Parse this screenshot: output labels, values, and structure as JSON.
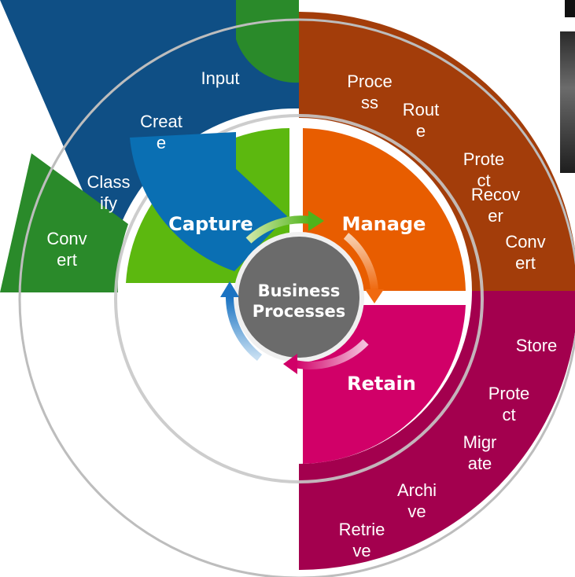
{
  "colors": {
    "capture_outer": "#0f4f85",
    "capture_green": "#2a8a2a",
    "manage_outer": "#a33d0a",
    "retain_outer": "#a3004e",
    "capture_inner": "#0a6fb3",
    "capture_inner_green": "#5cb80f",
    "manage_inner": "#e85d00",
    "retain_inner": "#d10068",
    "center": "#666666",
    "ring": "#bbbbbb"
  },
  "center": {
    "label": "Business\nProcesses"
  },
  "phases": {
    "capture": "Capture",
    "manage": "Manage",
    "retain": "Retain"
  },
  "capture_items": {
    "input": "Input",
    "create": "Creat\ne",
    "classify": "Class\nify",
    "convert": "Conv\nert"
  },
  "manage_items": {
    "process": "Proce\nss",
    "route": "Rout\ne",
    "protect": "Prote\nct",
    "recover": "Recov\ner",
    "convert": "Conv\nert"
  },
  "retain_items": {
    "store": "Store",
    "protect": "Prote\nct",
    "migrate": "Migr\nate",
    "archive": "Archi\nve",
    "retrieve": "Retrie\nve"
  },
  "icons": {
    "cycle_arrows": "cycle-arrows-icon"
  }
}
